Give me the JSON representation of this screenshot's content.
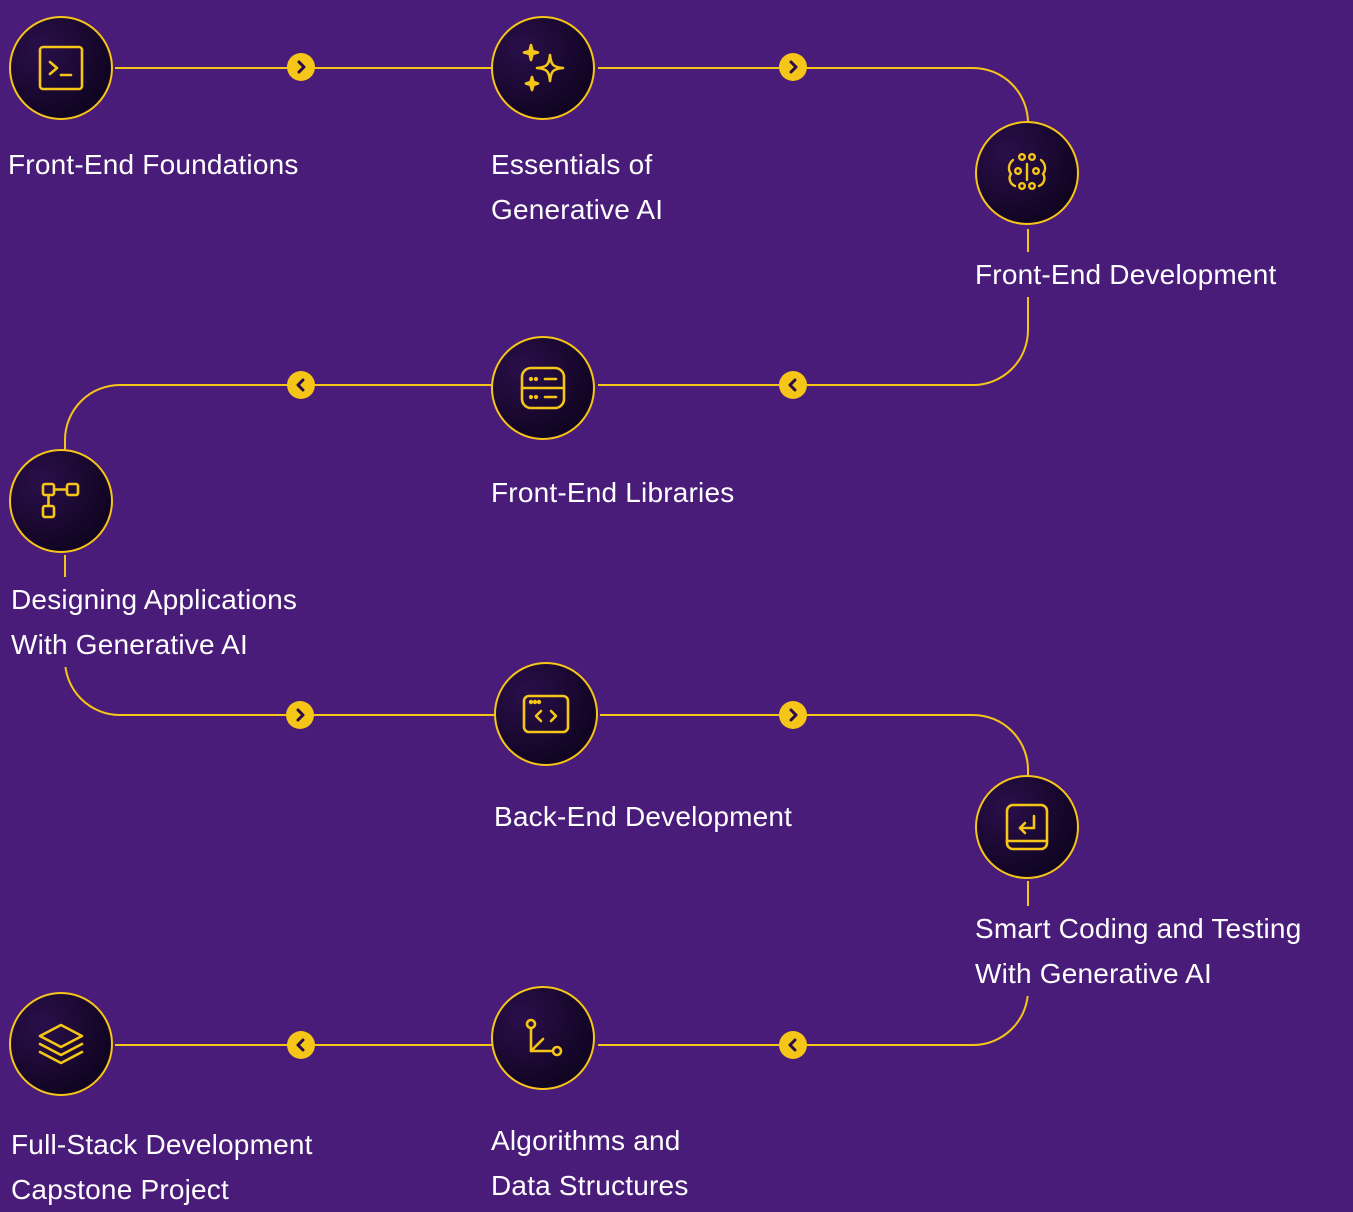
{
  "colors": {
    "background": "#4a1c7a",
    "accent": "#f5c518",
    "text": "#ffffff"
  },
  "steps": [
    {
      "title_lines": [
        "Front-End Foundations"
      ],
      "icon": "terminal-icon"
    },
    {
      "title_lines": [
        "Essentials of",
        "Generative AI"
      ],
      "icon": "sparkles-icon"
    },
    {
      "title_lines": [
        "Front-End Development"
      ],
      "icon": "ai-brain-icon"
    },
    {
      "title_lines": [
        "Front-End Libraries"
      ],
      "icon": "library-panel-icon"
    },
    {
      "title_lines": [
        "Designing Applications",
        "With Generative AI"
      ],
      "icon": "workflow-blocks-icon"
    },
    {
      "title_lines": [
        "Back-End Development"
      ],
      "icon": "code-window-icon"
    },
    {
      "title_lines": [
        "Smart Coding and Testing",
        "With Generative AI"
      ],
      "icon": "enter-key-icon"
    },
    {
      "title_lines": [
        "Algorithms and",
        "Data Structures"
      ],
      "icon": "graph-axes-icon"
    },
    {
      "title_lines": [
        "Full-Stack Development",
        "Capstone Project"
      ],
      "icon": "layers-icon"
    }
  ],
  "connector_arrows": [
    "right",
    "right",
    "left",
    "left",
    "right",
    "right",
    "left",
    "left"
  ]
}
